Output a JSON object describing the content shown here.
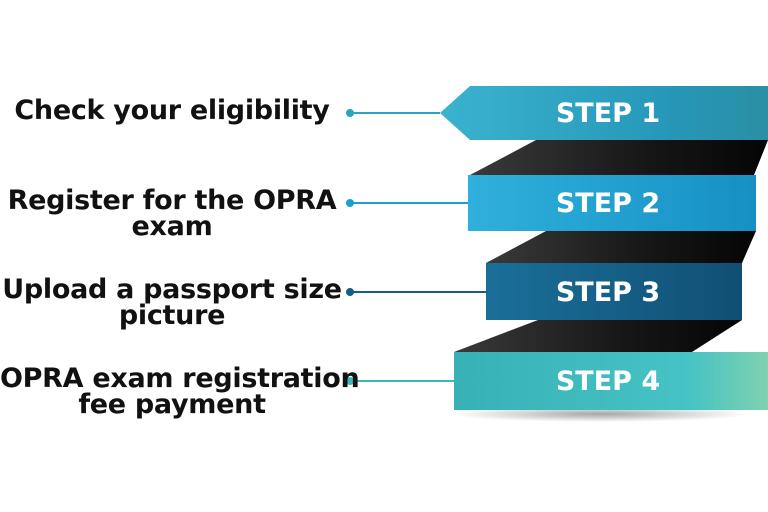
{
  "steps": [
    {
      "label_lines": [
        "Check your eligibility"
      ],
      "badge": "STEP 1",
      "color": "#2aa3c4"
    },
    {
      "label_lines": [
        "Register for the OPRA",
        "exam"
      ],
      "badge": "STEP 2",
      "color": "#1b9fcf"
    },
    {
      "label_lines": [
        "Upload a passport size",
        "picture"
      ],
      "badge": "STEP 3",
      "color": "#145f86"
    },
    {
      "label_lines": [
        "OPRA exam registration",
        "fee payment"
      ],
      "badge": "STEP 4",
      "color": "#3bb8bd"
    }
  ]
}
